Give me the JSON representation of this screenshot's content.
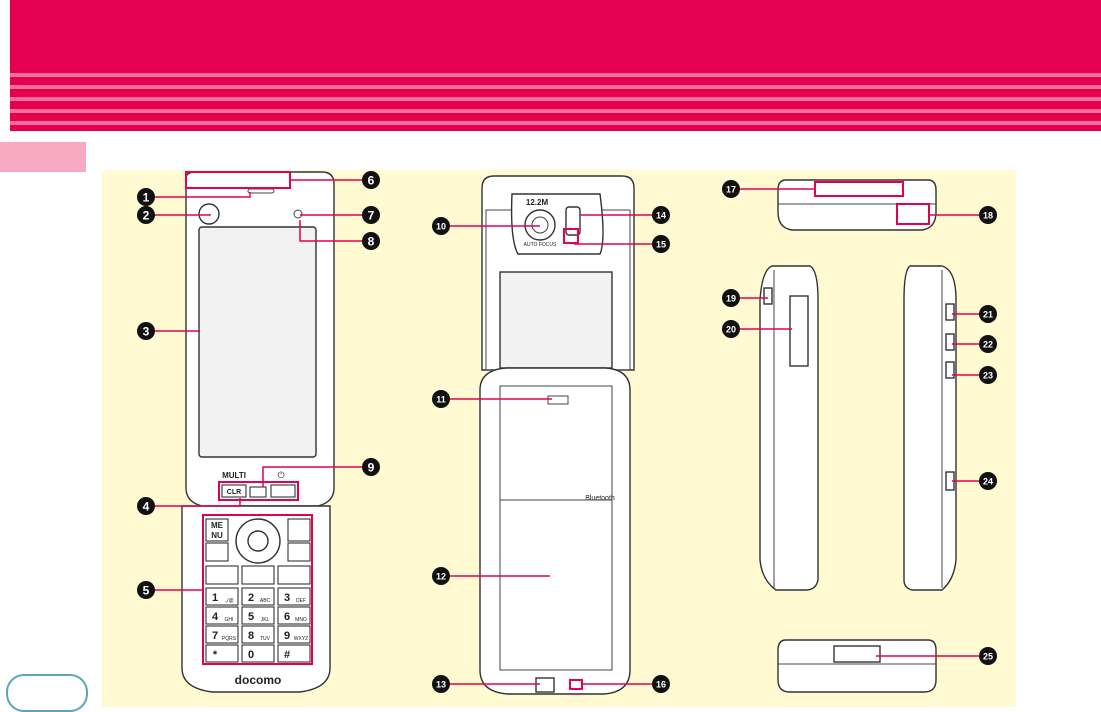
{
  "colors": {
    "header": "#e60050",
    "stripe": "#ff6f98",
    "panel": "#fffad2",
    "leader": "#e60050",
    "tab": "#f7a9c1"
  },
  "front": {
    "multi_label": "MULTI",
    "clr_label": "CLR",
    "menu_label": "ME\nNU",
    "brand_label": "docomo",
    "keys": [
      "1",
      "2",
      "3",
      "4",
      "5",
      "6",
      "7",
      "8",
      "9",
      "*",
      "0",
      "#"
    ],
    "key_sub": [
      ".,/@",
      "ABC",
      "DEF",
      "GHI",
      "JKL",
      "MNO",
      "PQRS",
      "TUV",
      "WXYZ",
      "",
      "",
      ""
    ]
  },
  "back": {
    "camera_label": "12.2M",
    "camera_sub": "AUTO FOCUS",
    "bluetooth_label": "Bluetooth"
  },
  "callouts": [
    "1",
    "2",
    "3",
    "4",
    "5",
    "6",
    "7",
    "8",
    "9",
    "10",
    "11",
    "12",
    "13",
    "14",
    "15",
    "16",
    "17",
    "18",
    "19",
    "20",
    "21",
    "22",
    "23",
    "24",
    "25"
  ]
}
